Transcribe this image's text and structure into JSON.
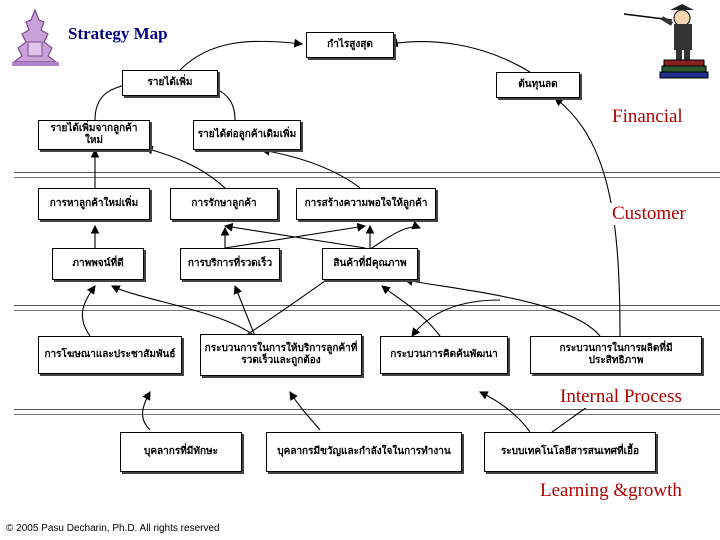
{
  "title": "Strategy Map",
  "perspectives": {
    "financial": "Financial",
    "customer": "Customer",
    "internal": "Internal Process",
    "learning": "Learning &growth"
  },
  "boxes": {
    "profit": "กำไรสูงสุด",
    "revenue": "รายได้เพิ่ม",
    "cost": "ต้นทุนลด",
    "rev_new": "รายได้เพิ่มจากลูกค้าใหม่",
    "rev_exist": "รายได้ต่อลูกค้าเดิมเพิ่ม",
    "cust_new": "การหาลูกค้าใหม่เพิ่ม",
    "cust_retain": "การรักษาลูกค้า",
    "cust_sat": "การสร้างความพอใจให้ลูกค้า",
    "image": "ภาพพจน์ที่ดี",
    "fast_service": "การบริการที่รวดเร็ว",
    "quality": "สินค้าที่มีคุณภาพ",
    "pr": "การโฆษณาและประชาสัมพันธ์",
    "service_proc": "กระบวนการในการให้บริการลูกค้าที่รวดเร็วและถูกต้อง",
    "innovation": "กระบวนการคิดค้นพัฒนา",
    "production": "กระบวนการในการผลิตที่มีประสิทธิภาพ",
    "staff_skill": "บุคลากรที่มีทักษะ",
    "staff_motiv": "บุคลากรมีขวัญและกำลังใจในการทำงาน",
    "it_support": "ระบบเทคโนโลยีสารสนเทศที่เอื้อ"
  },
  "copyright": "© 2005 Pasu Decharin, Ph.D. All rights reserved"
}
